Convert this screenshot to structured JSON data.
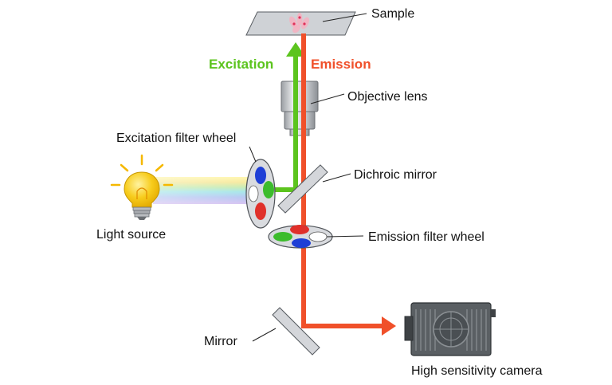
{
  "labels": {
    "sample": "Sample",
    "excitation": "Excitation",
    "emission": "Emission",
    "objective": "Objective lens",
    "excitation_filter_wheel": "Excitation filter wheel",
    "dichroic": "Dichroic mirror",
    "light_source": "Light source",
    "emission_filter_wheel": "Emission filter wheel",
    "mirror": "Mirror",
    "camera": "High sensitivity camera"
  },
  "colors": {
    "excitation": "#5cc41e",
    "emission": "#f0502a",
    "glass": "#d6d8dc",
    "filter_red": "#e0302a",
    "filter_blue": "#1f3fd6",
    "filter_green": "#3cbc2c",
    "filter_white": "#ffffff",
    "bulb": "#f5c400",
    "camera": "#555a5e"
  },
  "icons": {
    "light_source": "light-bulb-icon",
    "camera": "camera-icon"
  }
}
